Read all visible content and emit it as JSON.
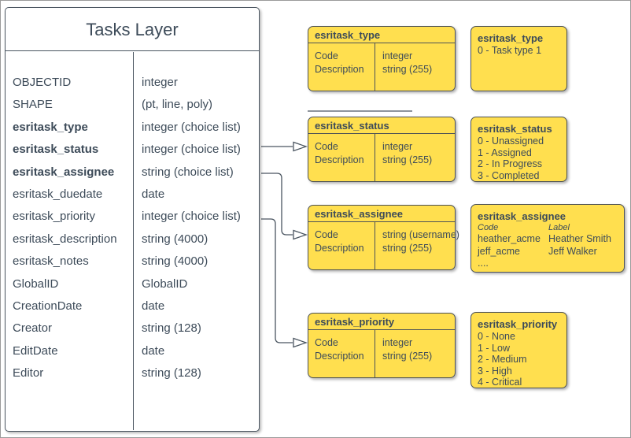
{
  "table": {
    "title": "Tasks Layer",
    "rows": [
      {
        "field": "OBJECTID",
        "type": "integer",
        "b": false
      },
      {
        "field": "SHAPE",
        "type": "(pt, line, poly)",
        "b": false
      },
      {
        "field": "esritask_type",
        "type": "integer (choice list)",
        "b": true
      },
      {
        "field": "esritask_status",
        "type": "integer (choice list)",
        "b": true
      },
      {
        "field": "esritask_assignee",
        "type": "string (choice list)",
        "b": true
      },
      {
        "field": "esritask_duedate",
        "type": "date",
        "b": false
      },
      {
        "field": "esritask_priority",
        "type": "integer (choice list)",
        "b": false
      },
      {
        "field": "esritask_description",
        "type": "string (4000)",
        "b": false
      },
      {
        "field": "esritask_notes",
        "type": "string (4000)",
        "b": false
      },
      {
        "field": "GlobalID",
        "type": "GlobalID",
        "b": false
      },
      {
        "field": "CreationDate",
        "type": "date",
        "b": false
      },
      {
        "field": "Creator",
        "type": "string (128)",
        "b": false
      },
      {
        "field": "EditDate",
        "type": "date",
        "b": false
      },
      {
        "field": "Editor",
        "type": "string (128)",
        "b": false
      }
    ]
  },
  "domains": [
    {
      "title": "esritask_type",
      "fields": [
        {
          "name": "Code",
          "type": "integer"
        },
        {
          "name": "Description",
          "type": "string (255)"
        }
      ]
    },
    {
      "title": "esritask_status",
      "fields": [
        {
          "name": "Code",
          "type": "integer"
        },
        {
          "name": "Description",
          "type": "string (255)"
        }
      ]
    },
    {
      "title": "esritask_assignee",
      "fields": [
        {
          "name": "Code",
          "type": "string (username)"
        },
        {
          "name": "Description",
          "type": "string (255)"
        }
      ]
    },
    {
      "title": "esritask_priority",
      "fields": [
        {
          "name": "Code",
          "type": "integer"
        },
        {
          "name": "Description",
          "type": "string (255)"
        }
      ]
    }
  ],
  "legends": {
    "type": {
      "title": "esritask_type",
      "lines": [
        "0 - Task type 1"
      ]
    },
    "status": {
      "title": "esritask_status",
      "lines": [
        "0 - Unassigned",
        "1 - Assigned",
        "2 - In Progress",
        "3 - Completed"
      ]
    },
    "priority": {
      "title": "esritask_priority",
      "lines": [
        "0 - None",
        "1 - Low",
        "2 - Medium",
        "3 - High",
        "4 - Critical"
      ]
    },
    "assignee": {
      "title": "esritask_assignee",
      "col1": "Code",
      "col2": "Label",
      "entries": [
        {
          "code": "heather_acme",
          "label": "Heather Smith"
        },
        {
          "code": "jeff_acme",
          "label": "Jeff Walker"
        }
      ],
      "more": "...."
    }
  },
  "colors": {
    "box_fill": "#ffdf4f",
    "box_border": "#4d5256",
    "text": "#3d4b59",
    "connector": "#4a5560"
  }
}
